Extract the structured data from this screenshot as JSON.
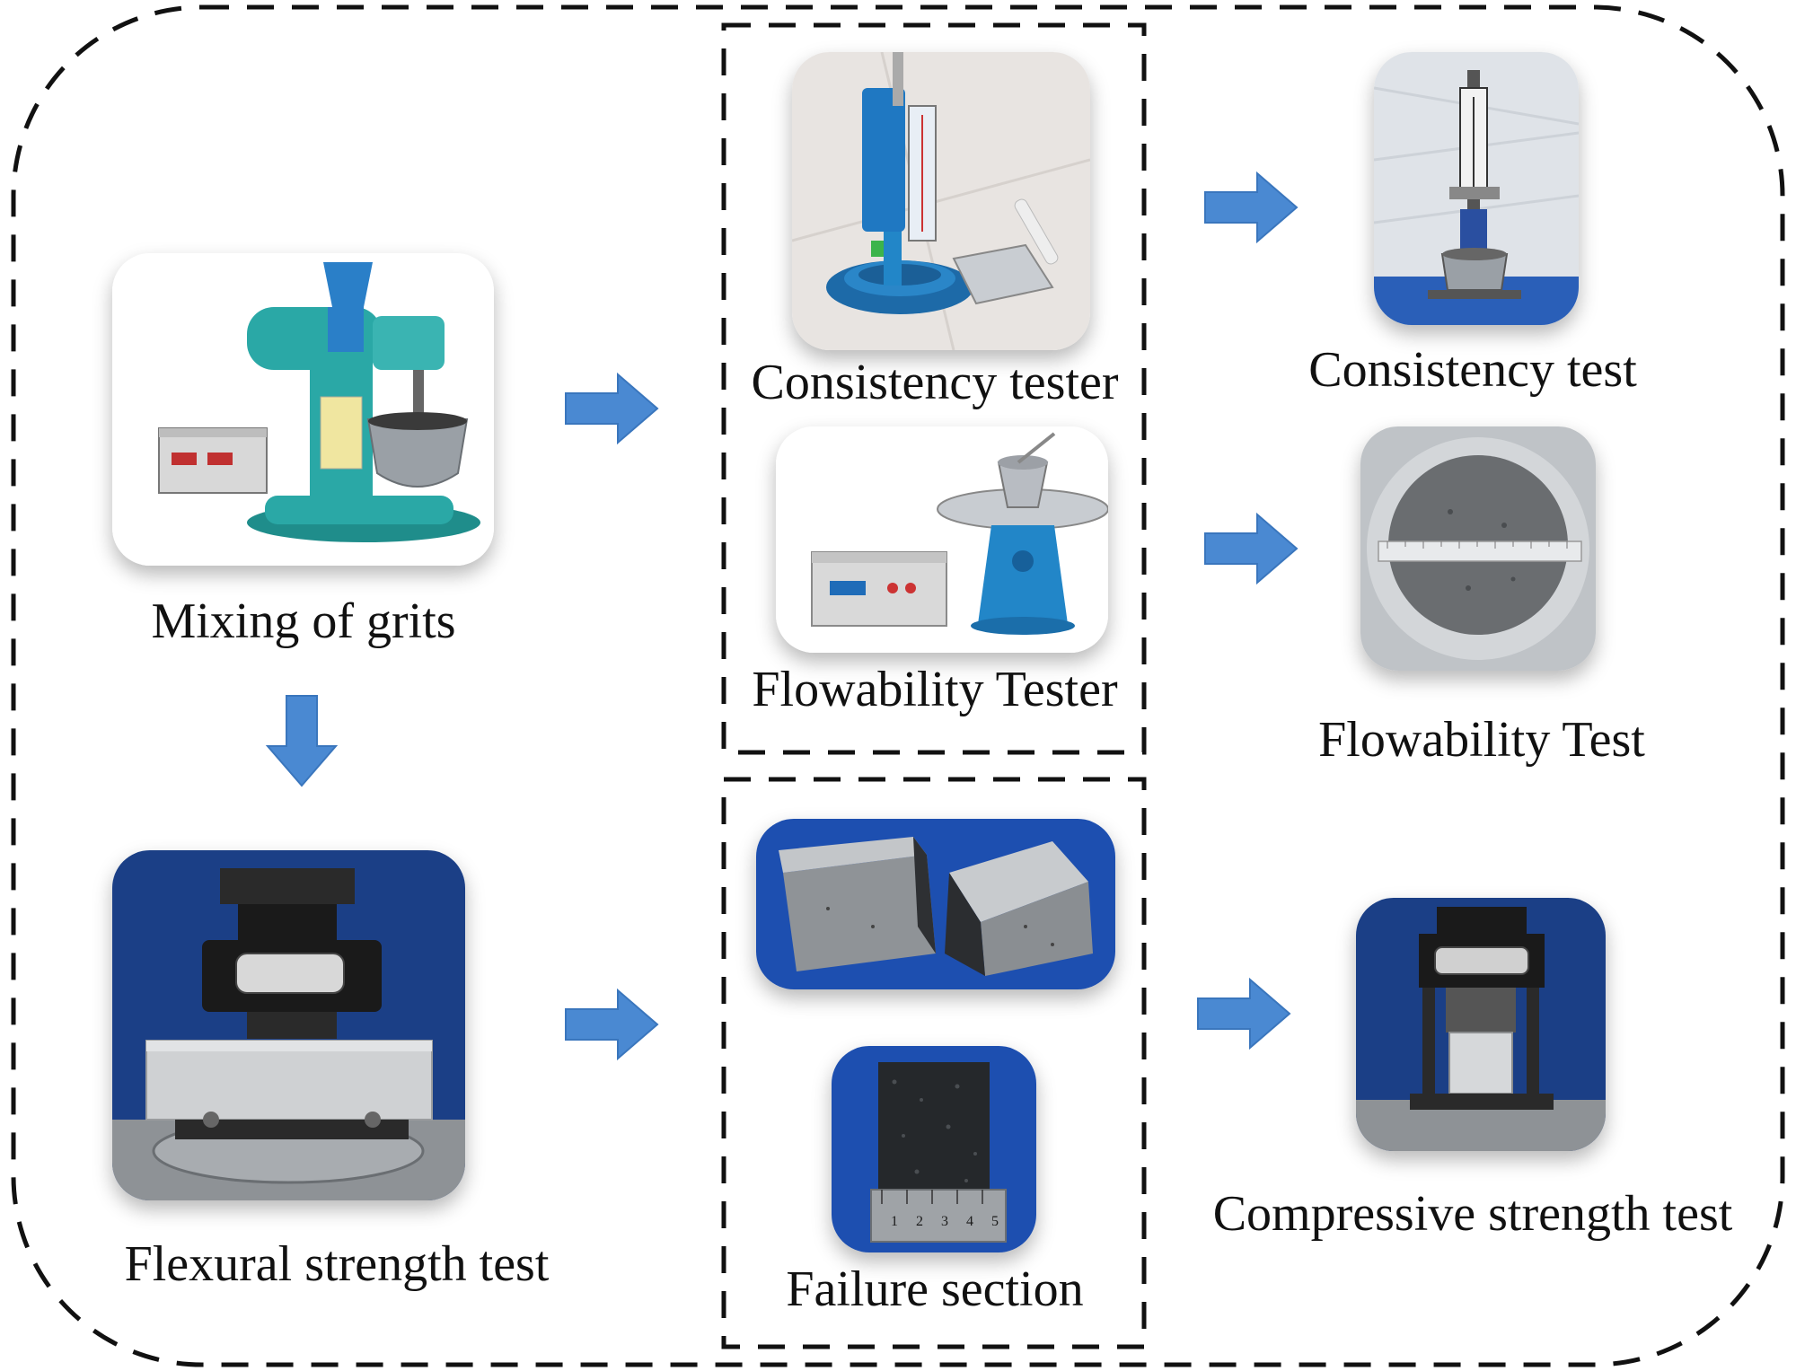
{
  "diagram": {
    "title": "Cement mortar test workflow",
    "colors": {
      "arrow": "#4a89d2",
      "arrow_edge": "#3a76bd",
      "dash": "#111111",
      "mixer": "#2aa8a6",
      "tester_blue": "#1f78c2",
      "bg_blue": "#1b3f86"
    },
    "nodes": {
      "mixing": {
        "label": "Mixing of grits",
        "icon": "mortar-mixer-icon"
      },
      "consistency_tester": {
        "label": "Consistency tester",
        "icon": "vicat-apparatus-icon"
      },
      "consistency_test": {
        "label": "Consistency test",
        "icon": "vicat-test-icon"
      },
      "flowability_tester": {
        "label": "Flowability Tester",
        "icon": "flow-table-icon"
      },
      "flowability_test": {
        "label": "Flowability Test",
        "icon": "mortar-spread-icon"
      },
      "flexural": {
        "label": "Flexural strength test",
        "icon": "flexural-press-icon"
      },
      "failure": {
        "label": "Failure section",
        "icon": "broken-prism-icon",
        "ruler_ticks": [
          "1",
          "2",
          "3",
          "4",
          "5"
        ]
      },
      "compressive": {
        "label": "Compressive strength test",
        "icon": "compression-press-icon"
      }
    }
  }
}
